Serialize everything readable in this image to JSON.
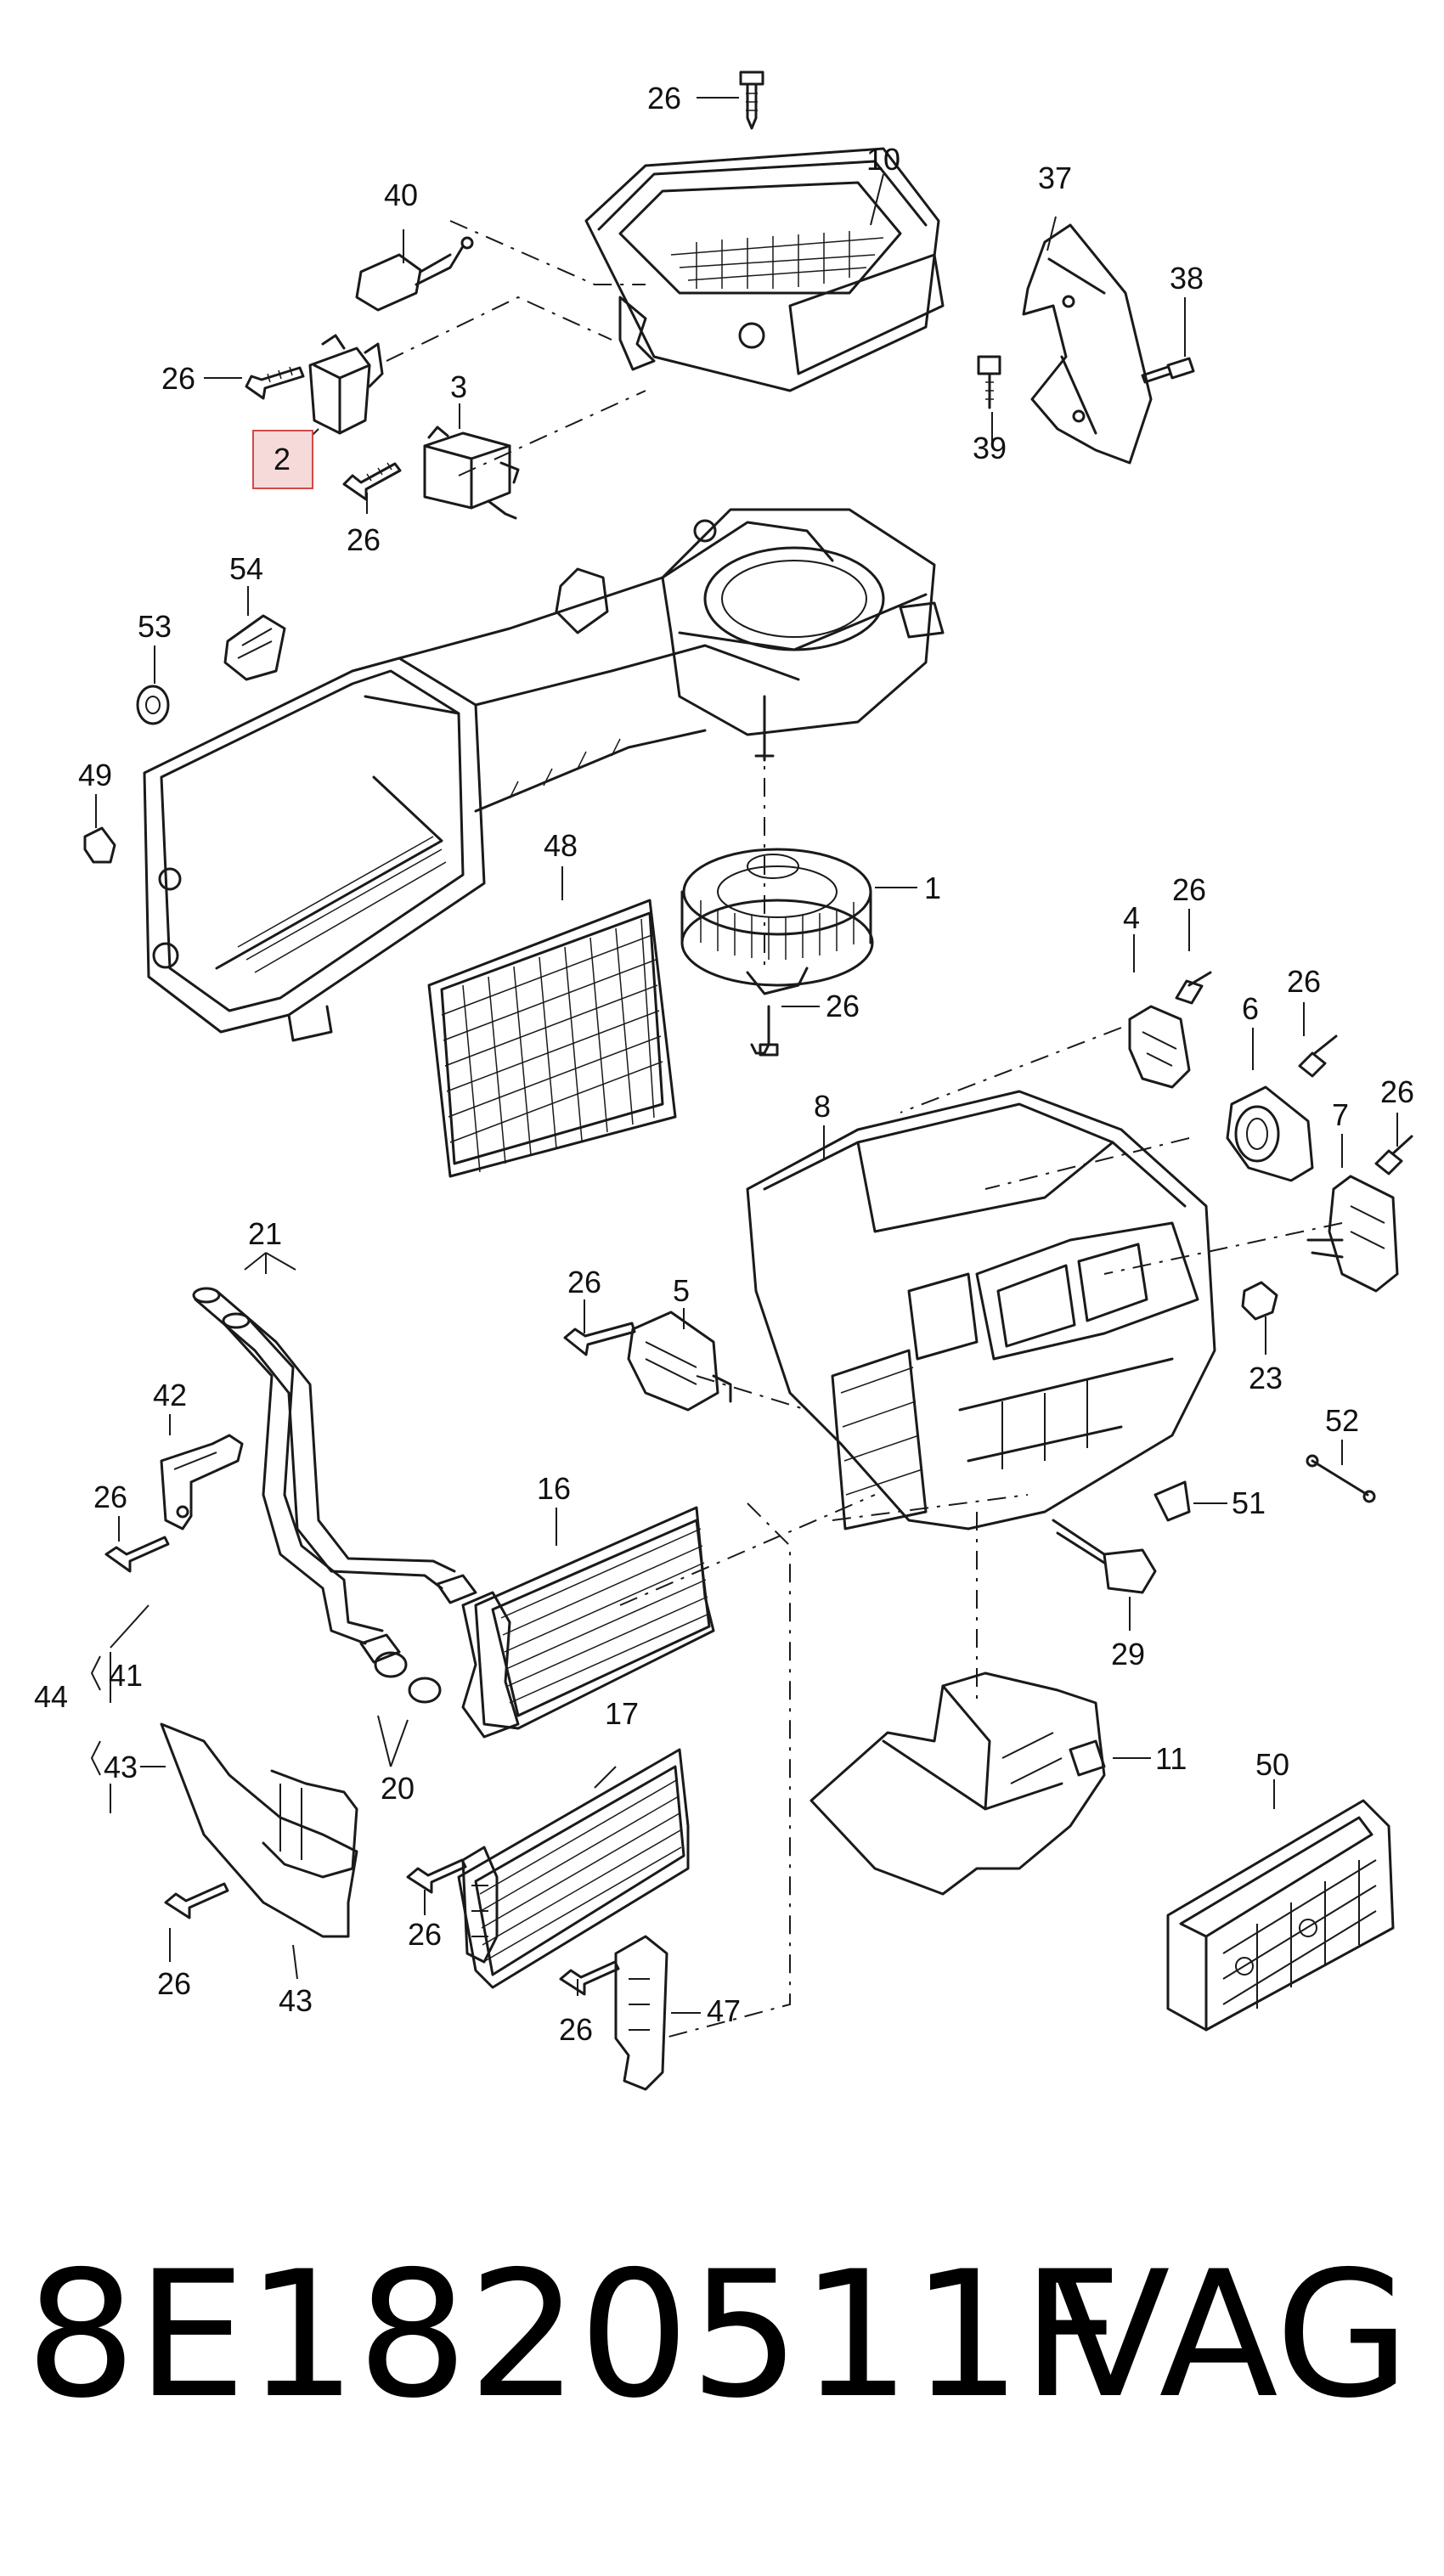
{
  "diagram": {
    "callouts": {
      "c1": "1",
      "c2": "2",
      "c3": "3",
      "c4": "4",
      "c5": "5",
      "c6": "6",
      "c7": "7",
      "c8": "8",
      "c10": "10",
      "c11": "11",
      "c16": "16",
      "c17": "17",
      "c20": "20",
      "c21": "21",
      "c23": "23",
      "c26": "26",
      "c29": "29",
      "c37": "37",
      "c38": "38",
      "c39": "39",
      "c40": "40",
      "c41": "41",
      "c42": "42",
      "c43": "43",
      "c44": "44",
      "c47": "47",
      "c48": "48",
      "c49": "49",
      "c50": "50",
      "c51": "51",
      "c52": "52",
      "c53": "53",
      "c54": "54"
    },
    "highlighted_callout": "2",
    "highlight_colors": {
      "fill": "#f6dada",
      "stroke": "#d04a4a"
    }
  },
  "caption": {
    "part_number": "8E1820511F",
    "brand": "VAG"
  }
}
